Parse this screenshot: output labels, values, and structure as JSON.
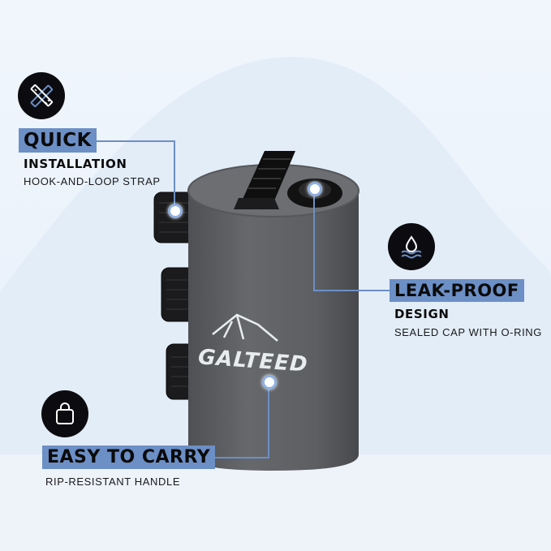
{
  "brand": {
    "name": "GALTEED"
  },
  "features": {
    "quick": {
      "icon": "ruler-pencil-icon",
      "title": "QUICK",
      "subtitle": "INSTALLATION",
      "description": "HOOK-AND-LOOP STRAP"
    },
    "leak": {
      "icon": "water-drop-icon",
      "title": "LEAK-PROOF",
      "subtitle": "DESIGN",
      "description": "SEALED CAP WITH O-RING"
    },
    "carry": {
      "icon": "shopping-bag-icon",
      "title": "EASY TO CARRY",
      "description": "RIP-RESISTANT HANDLE"
    }
  },
  "colors": {
    "accent": "#6c8fc6",
    "icon_bg": "#0c0c10",
    "product_body": "#5e6064"
  }
}
